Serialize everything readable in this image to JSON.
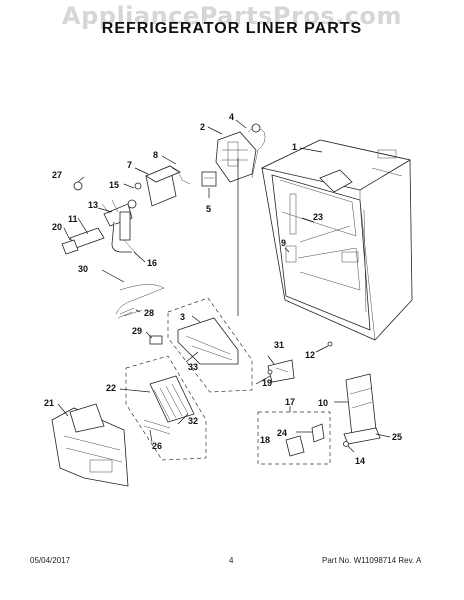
{
  "watermark": "AppliancePartsPros.com",
  "title": "REFRIGERATOR LINER PARTS",
  "callouts": [
    "1",
    "2",
    "3",
    "4",
    "5",
    "7",
    "8",
    "9",
    "10",
    "11",
    "12",
    "13",
    "14",
    "15",
    "16",
    "17",
    "18",
    "19",
    "20",
    "21",
    "22",
    "23",
    "24",
    "25",
    "26",
    "27",
    "28",
    "29",
    "30",
    "31",
    "32",
    "33"
  ],
  "footer": {
    "date": "05/04/2017",
    "page": "4",
    "part_no": "Part No. W11098714  Rev. A"
  }
}
